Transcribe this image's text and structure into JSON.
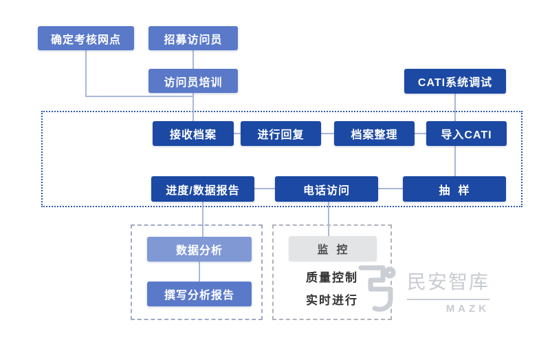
{
  "diagram": {
    "nodes": {
      "determine_sites": "确定考核网点",
      "recruit_interviewers": "招募访问员",
      "interviewer_training": "访问员培训",
      "cati_debugging": "CATI系统调试",
      "receive_files": "接收档案",
      "reply": "进行回复",
      "file_organization": "档案整理",
      "import_cati": "导入CATI",
      "progress_report": "进度/数据报告",
      "phone_interview": "电话访问",
      "sampling": "抽  样",
      "data_analysis": "数据分析",
      "write_report": "撰写分析报告",
      "monitoring": "监  控",
      "quality_control": "质量控制",
      "realtime": "实时进行"
    },
    "colors": {
      "dark_blue": "#1C49A3",
      "medium_blue": "#5A79C9",
      "light_blue": "#8099D5",
      "gray_box": "#E3E4E6",
      "connector": "#A9B7D8",
      "dashed_main_border": "#2B55AD",
      "dashed_sub_border": "#A8B0C2",
      "watermark_gray": "#C8CBD1"
    }
  },
  "watermark": {
    "brand": "民安智库",
    "abbr": "MAZK"
  }
}
